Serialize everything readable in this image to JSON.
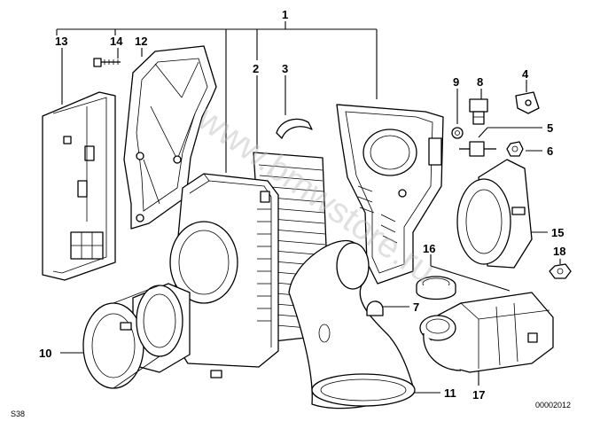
{
  "parts": [
    {
      "id": "1",
      "label": "1"
    },
    {
      "id": "2",
      "label": "2"
    },
    {
      "id": "3",
      "label": "3"
    },
    {
      "id": "4",
      "label": "4"
    },
    {
      "id": "5",
      "label": "5"
    },
    {
      "id": "6",
      "label": "6"
    },
    {
      "id": "7",
      "label": "7"
    },
    {
      "id": "8",
      "label": "8"
    },
    {
      "id": "9",
      "label": "9"
    },
    {
      "id": "10",
      "label": "10"
    },
    {
      "id": "11",
      "label": "11"
    },
    {
      "id": "12",
      "label": "12"
    },
    {
      "id": "13",
      "label": "13"
    },
    {
      "id": "14",
      "label": "14"
    },
    {
      "id": "15",
      "label": "15"
    },
    {
      "id": "16",
      "label": "16"
    },
    {
      "id": "17",
      "label": "17"
    },
    {
      "id": "18",
      "label": "18"
    }
  ],
  "corner_code": "S38",
  "drawing_number": "00002012",
  "watermark": "www.bmwstore.ru"
}
